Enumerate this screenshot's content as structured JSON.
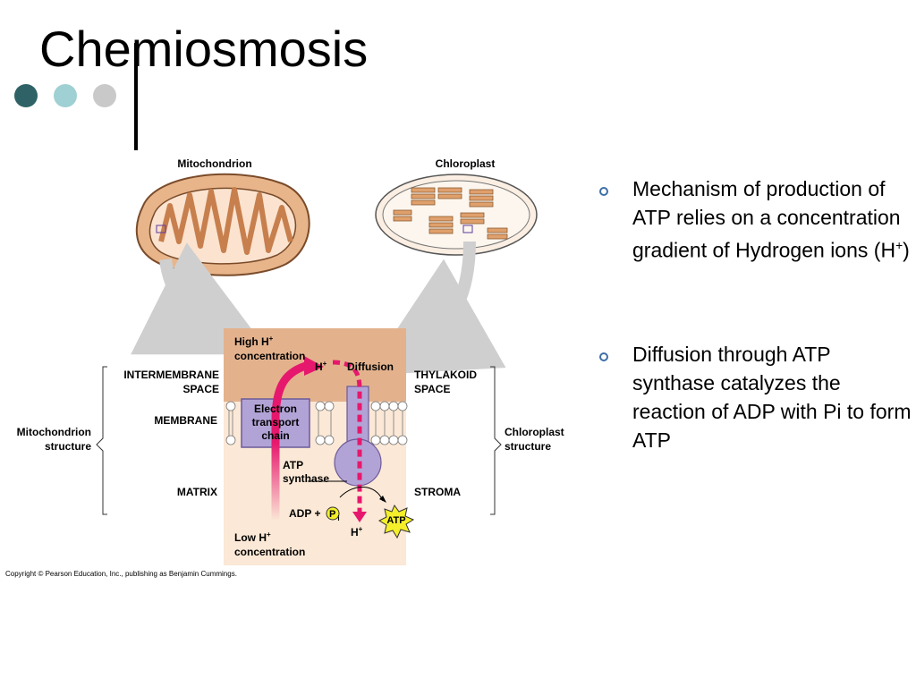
{
  "slide": {
    "title": "Chemiosmosis",
    "dot_colors": [
      "#2e6267",
      "#9fd0d3",
      "#c9c9c9"
    ]
  },
  "bullets": [
    {
      "text": "Mechanism of production of ATP relies on a concentration gradient of Hydrogen ions (H",
      "sup": "+",
      "tail": ")"
    },
    {
      "text": "Diffusion through ATP synthase catalyzes the reaction of ADP with Pi to form ATP"
    }
  ],
  "figure": {
    "mitochondrion_label": "Mitochondrion",
    "chloroplast_label": "Chloroplast",
    "high_h_line1": "High H",
    "high_h_sup": "+",
    "high_h_line2": "concentration",
    "low_h_line1": "Low H",
    "low_h_sup": "+",
    "low_h_line2": "concentration",
    "h_plus_top": "H",
    "h_plus_top_sup": "+",
    "h_plus_bottom": "H",
    "h_plus_bottom_sup": "+",
    "diffusion": "Diffusion",
    "etc_line1": "Electron",
    "etc_line2": "transport",
    "etc_line3": "chain",
    "atp_synthase_line1": "ATP",
    "atp_synthase_line2": "synthase",
    "adp": "ADP +",
    "p": "P",
    "p_sub": "i",
    "atp": "ATP",
    "left_intermembrane_1": "INTERMEMBRANE",
    "left_intermembrane_2": "SPACE",
    "left_membrane": "MEMBRANE",
    "left_matrix": "MATRIX",
    "left_structure_1": "Mitochondrion",
    "left_structure_2": "structure",
    "right_thylakoid_1": "THYLAKOID",
    "right_thylakoid_2": "SPACE",
    "right_stroma": "STROMA",
    "right_structure_1": "Chloroplast",
    "right_structure_2": "structure",
    "colors": {
      "mito_fill": "#e8b58b",
      "mito_stroke": "#7a4b2a",
      "top_zone": "#e3b28d",
      "bottom_zone": "#fbe8d6",
      "etc": "#b2a3d6",
      "arrow_pink": "#e6186d",
      "atp_star": "#f4ef2a",
      "grey_arrow": "#cfcfcf"
    }
  },
  "copyright": "Copyright © Pearson Education, Inc., publishing as Benjamin Cummings."
}
